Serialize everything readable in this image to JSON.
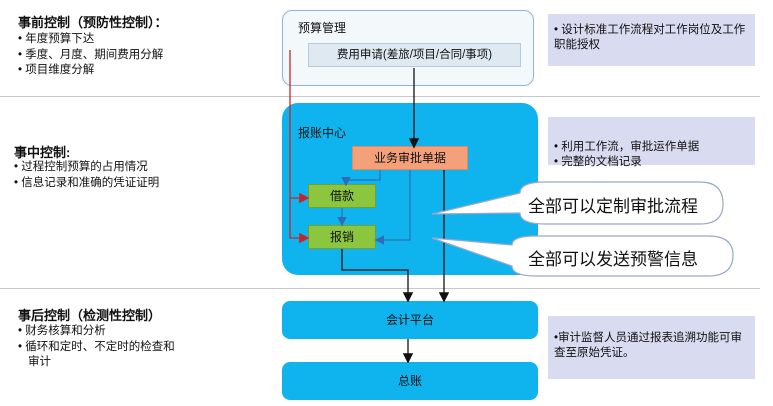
{
  "sections": [
    {
      "title": "事前控制（预防性控制）：",
      "bullets": [
        "年度预算下达",
        "季度、月度、期间费用分解",
        "项目维度分解"
      ]
    },
    {
      "title": "事中控制:",
      "bullets": [
        "过程控制预算的占用情况",
        "信息记录和准确的凭证证明"
      ]
    },
    {
      "title": "事后控制（检测性控制）",
      "bullets": [
        "财务核算和分析",
        "循环和定时、不定时的检查和审计"
      ]
    }
  ],
  "flow": {
    "budget_mgmt": "预算管理",
    "expense_apply": "费用申请(差旅/项目/合同/事项)",
    "reimb_center": "报账中心",
    "biz_approval": "业务审批单据",
    "loan": "借款",
    "reimburse": "报销",
    "accounting_platform": "会计平台",
    "general_ledger": "总账"
  },
  "notes": [
    "设计标准工作流程对工作岗位及工作 职能授权",
    "利用工作流，审批运作单据\n完整的文档记录",
    "审计监督人员通过报表追溯功能可审查至原始凭证。"
  ],
  "callouts": [
    "全部可以定制审批流程",
    "全部可以发送预警信息"
  ],
  "colors": {
    "accent_blue": "#0fb4ef",
    "green": "#8cc63f",
    "salmon": "#f4a07a",
    "arrow_red": "#c0282d",
    "arrow_blue": "#2f6db5",
    "note_bg": "#d9dcf1"
  }
}
